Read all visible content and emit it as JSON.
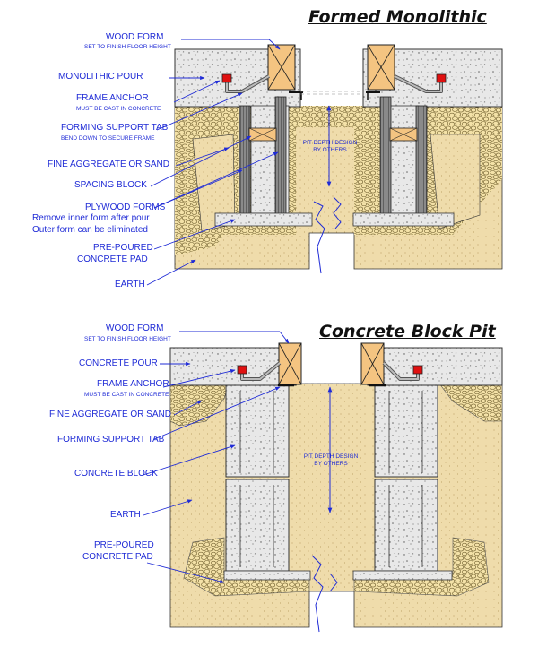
{
  "monolithic": {
    "title": "Formed Monolithic",
    "wood_form": "WOOD FORM",
    "wood_form_note": "SET TO FINISH FLOOR HEIGHT",
    "monolithic_pour": "MONOLITHIC POUR",
    "frame_anchor": "FRAME ANCHOR",
    "frame_anchor_note": "MUST BE CAST IN CONCRETE",
    "forming_tab": "FORMING SUPPORT TAB",
    "forming_tab_note": "BEND DOWN TO  SECURE FRAME",
    "fine_aggregate": "FINE AGGREGATE OR SAND",
    "spacing_block": "SPACING BLOCK",
    "plywood_forms": "PLYWOOD FORMS",
    "plywood_note_1": "Remove inner form after pour",
    "plywood_note_2": "Outer form can be eliminated",
    "pad_1": "PRE-POURED",
    "pad_2": "CONCRETE PAD",
    "earth": "EARTH",
    "pit_depth_1": "PIT DEPTH DESIGN",
    "pit_depth_2": "BY OTHERS"
  },
  "block": {
    "title": "Concrete Block Pit",
    "wood_form": "WOOD FORM",
    "wood_form_note": "SET TO FINISH FLOOR HEIGHT",
    "concrete_pour": "CONCRETE POUR",
    "frame_anchor": "FRAME ANCHOR",
    "frame_anchor_note": "MUST BE CAST IN CONCRETE",
    "fine_aggregate": "FINE AGGREGATE OR SAND",
    "forming_tab": "FORMING SUPPORT TAB",
    "concrete_block": "CONCRETE BLOCK",
    "earth": "EARTH",
    "pad_1": "PRE-POURED",
    "pad_2": "CONCRETE PAD",
    "pit_depth_1": "PIT DEPTH DESIGN",
    "pit_depth_2": "BY OTHERS"
  },
  "colors": {
    "label_blue": "#1f2bd6",
    "earth": "#efdcaa",
    "gravel": "#f2e1a6",
    "concrete": "#e6e6e6",
    "wood": "#f4c481",
    "anchor_cap": "#e01010",
    "steel": "#9a9a9a"
  }
}
